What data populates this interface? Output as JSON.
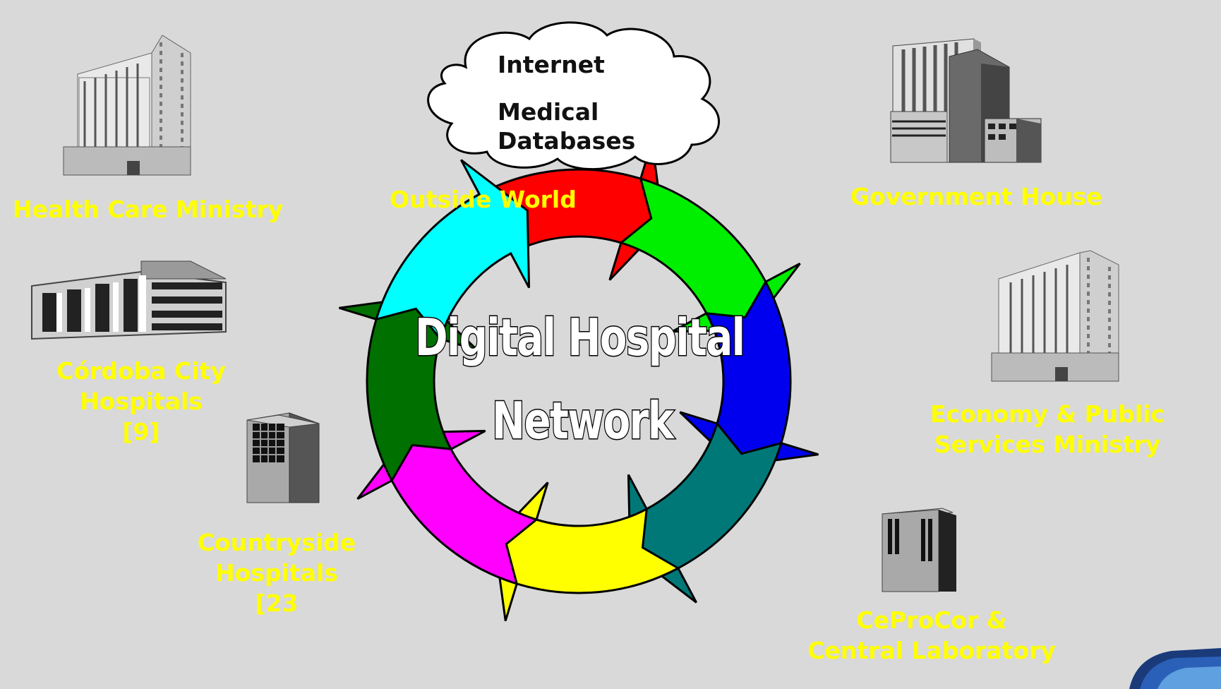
{
  "cloud": {
    "line1": "Internet",
    "line2": "Medical",
    "line3": "Databases"
  },
  "center": {
    "line1": "Digital Hospital",
    "line2": "Network"
  },
  "nodes": {
    "outside_world": "Outside World",
    "health_ministry": "Health Care Ministry",
    "cordoba": [
      "Córdoba City",
      "Hospitals",
      "[9]"
    ],
    "countryside": [
      "Countryside",
      "Hospitals",
      "[23"
    ],
    "government": "Government House",
    "economy": [
      "Economy & Public",
      "Services Ministry"
    ],
    "ceprocor": [
      "CeProCor &",
      "Central Laboratory"
    ]
  },
  "colors": {
    "background": "#d9d9d9",
    "label_yellow": "#ffff00",
    "arrows": [
      "#ff0000",
      "#00ee00",
      "#0000ee",
      "#007878",
      "#ffff00",
      "#ff00ff",
      "#007000",
      "#00ffff"
    ]
  }
}
